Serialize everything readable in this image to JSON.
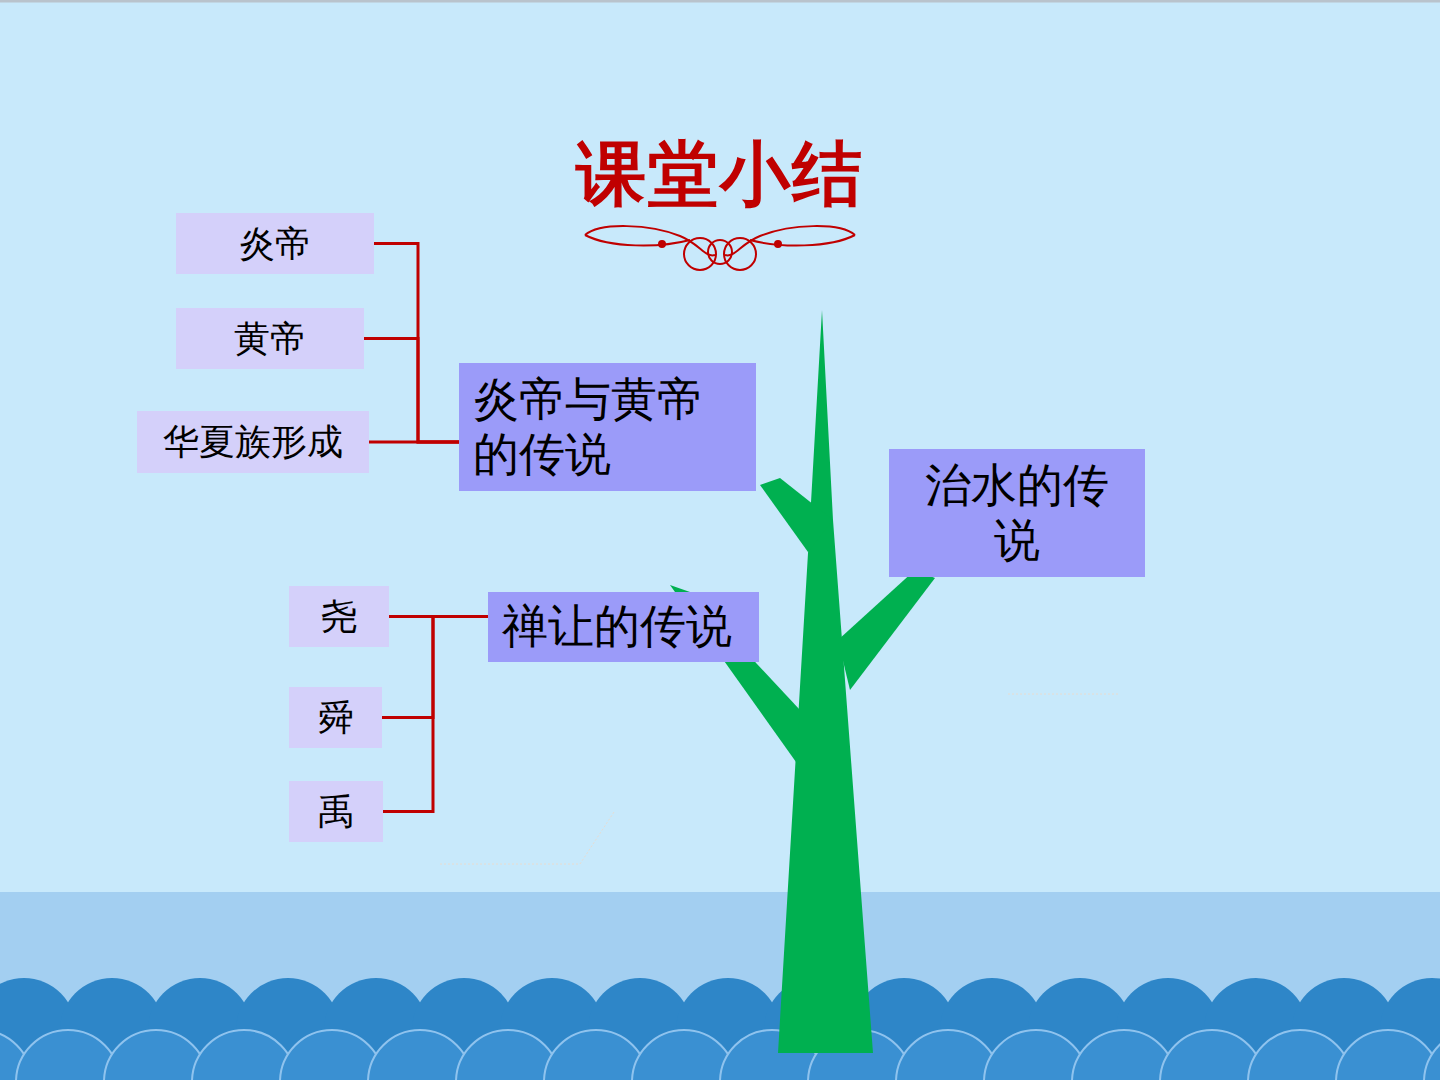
{
  "diagram": {
    "title": "课堂小结",
    "nodes": [
      {
        "text": [
          "炎帝"
        ]
      },
      {
        "text": [
          "黄帝"
        ]
      },
      {
        "text": [
          "华夏族形成"
        ]
      },
      {
        "text": [
          "炎帝与黄帝的传说"
        ]
      },
      {
        "text": [
          "治水的传说"
        ]
      },
      {
        "text": [
          "尧"
        ]
      },
      {
        "text": [
          "禅让的传说"
        ]
      },
      {
        "text": [
          "舜"
        ]
      },
      {
        "text": [
          "禹"
        ]
      }
    ],
    "edges": [
      {
        "from": 0,
        "to": 3,
        "arrow": "none"
      },
      {
        "from": 1,
        "to": 3,
        "arrow": "none"
      },
      {
        "from": 2,
        "to": 3,
        "arrow": "none"
      },
      {
        "from": 5,
        "to": 6,
        "arrow": "none"
      },
      {
        "from": 7,
        "to": 6,
        "arrow": "none"
      },
      {
        "from": 8,
        "to": 6,
        "arrow": "none"
      }
    ]
  }
}
